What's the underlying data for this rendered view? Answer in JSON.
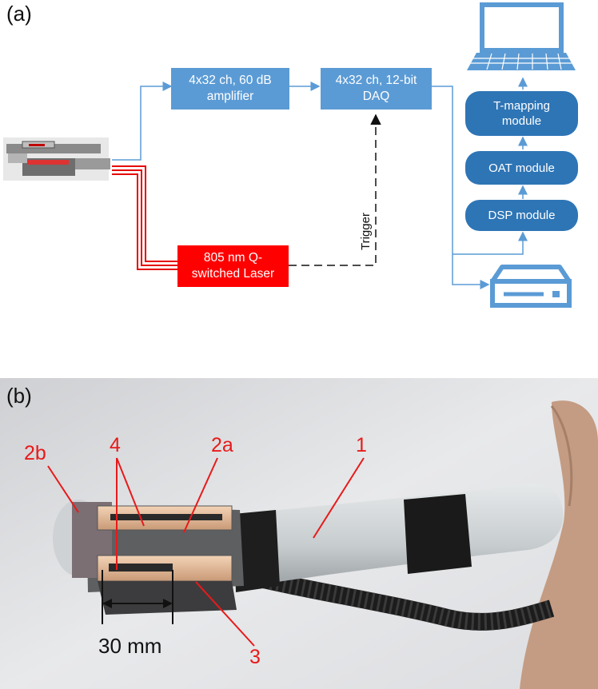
{
  "panel_a": {
    "label": "(a)",
    "boxes": {
      "amplifier": "4x32 ch, 60 dB\namplifier",
      "daq": "4x32 ch, 12-bit\nDAQ",
      "laser": "805 nm Q-\nswitched Laser",
      "tmapping": "T-mapping\nmodule",
      "oat": "OAT module",
      "dsp": "DSP module"
    },
    "trigger_label": "Trigger",
    "icons": [
      "probe-icon",
      "computer-icon",
      "storage-drive-icon"
    ],
    "colors": {
      "box_light": "#5b9bd5",
      "box_dark": "#2e75b6",
      "laser": "#ff0000",
      "line": "#5b9bd5"
    }
  },
  "panel_b": {
    "label": "(b)",
    "annotations": {
      "n1": "1",
      "n2a": "2a",
      "n2b": "2b",
      "n3": "3",
      "n4": "4"
    },
    "scale_label": "30 mm",
    "annotation_color": "#e81a1a"
  }
}
